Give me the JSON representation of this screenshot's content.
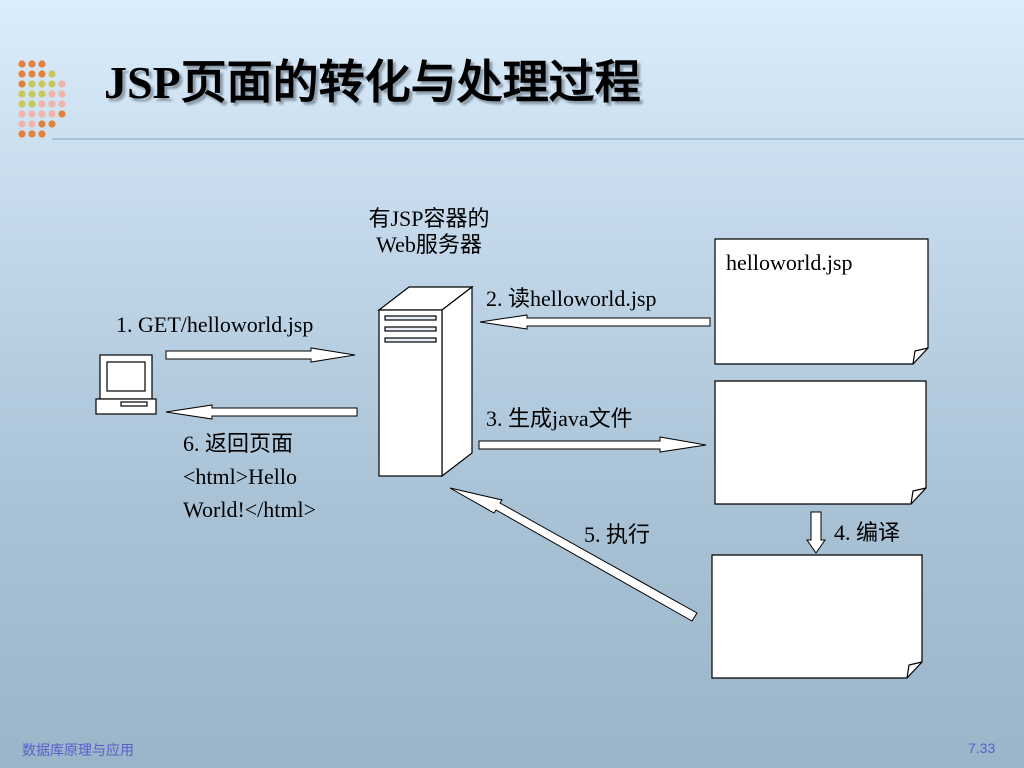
{
  "title": "JSP页面的转化与处理过程",
  "server_label": [
    "有JSP容器的",
    "Web服务器"
  ],
  "files": {
    "jsp_file": "helloworld.jsp"
  },
  "steps": {
    "step1": "1. GET/helloworld.jsp",
    "step2": "2. 读helloworld.jsp",
    "step3": "3. 生成java文件",
    "step4": "4. 编译",
    "step5": "5. 执行",
    "step6": [
      "6. 返回页面",
      "<html>Hello",
      "World!</html>"
    ]
  },
  "footer": {
    "course": "数据库原理与应用",
    "page_number": "7.33"
  },
  "colors": {
    "dots_orange": "#e2823c",
    "dots_olive": "#c8c85a",
    "dots_pink": "#f0b4a8",
    "footer_text": "#5a5fc8"
  }
}
